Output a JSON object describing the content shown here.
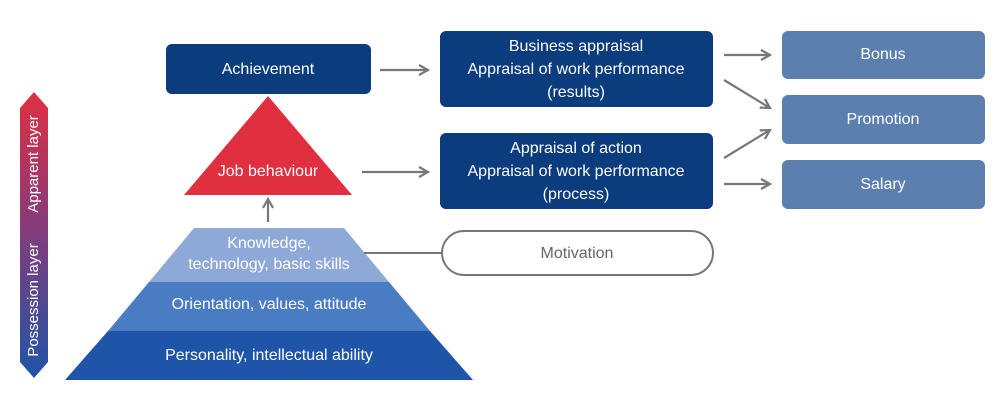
{
  "side_bar": {
    "apparent_label": "Apparent layer",
    "possession_label": "Possession layer"
  },
  "boxes": {
    "achievement": "Achievement",
    "business_appraisal": [
      "Business appraisal",
      "Appraisal of work performance",
      "(results)"
    ],
    "action_appraisal": [
      "Appraisal of action",
      "Appraisal of work performance",
      "(process)"
    ],
    "motivation": "Motivation"
  },
  "job_behaviour": "Job behaviour",
  "pyramid": {
    "top_lines": [
      "Knowledge,",
      "technology, basic skills"
    ],
    "middle": "Orientation, values, attitude",
    "bottom": "Personality, intellectual ability"
  },
  "outcomes": {
    "bonus": "Bonus",
    "promotion": "Promotion",
    "salary": "Salary"
  },
  "colors": {
    "navy": "#0b3c7d",
    "outcome_blue": "#5b7fae",
    "red": "#e03040",
    "pyr_top": "#8ea9d8",
    "pyr_mid": "#4a7cc4",
    "pyr_bottom": "#1f55a8",
    "arrow_gray": "#777777"
  }
}
